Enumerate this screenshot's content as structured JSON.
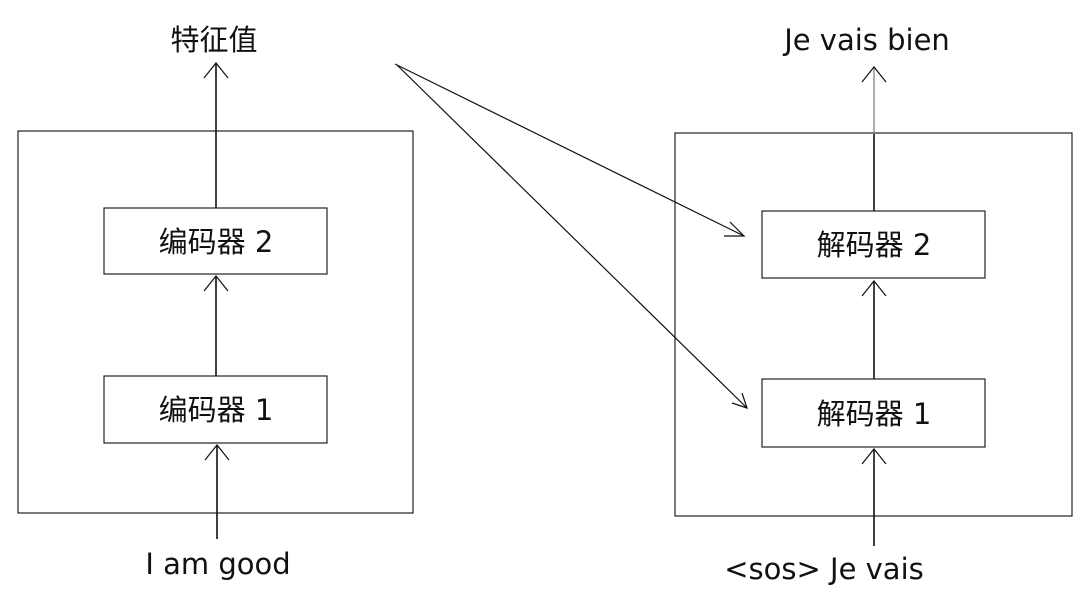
{
  "feature_label": "特征值",
  "output_label": "Je vais bien",
  "encoder_input_label": "I am good",
  "decoder_input_label": "<sos> Je vais",
  "encoders": [
    "编码器 2",
    "编码器 1"
  ],
  "decoders": [
    "解码器 2",
    "解码器 1"
  ]
}
